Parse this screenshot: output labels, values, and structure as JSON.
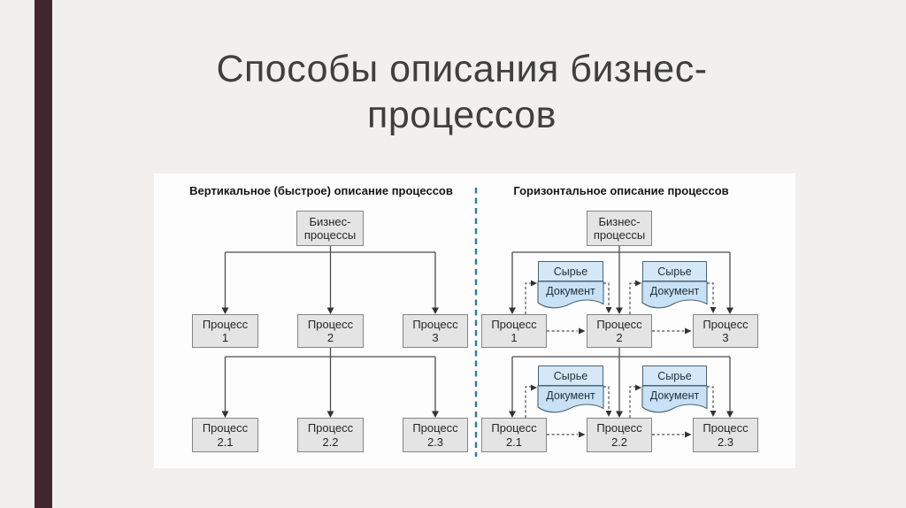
{
  "slide": {
    "title": "Способы описания бизнес-\nпроцессов",
    "colors": {
      "accent_bar": "#42262f",
      "background": "#f1f0ee",
      "panel": "#fdfdfd",
      "separator": "#2b7aa9",
      "process_box_fill": "#e4e4e4",
      "process_box_border": "#858585",
      "material_fill": "#d5e8f7",
      "document_fill": "#c8e1f4",
      "material_border": "#4a6474",
      "connector": "#4d4d4d"
    }
  },
  "diagram": {
    "left": {
      "header": "Вертикальное (быстрое) описание процессов",
      "root": "Бизнес-\nпроцессы",
      "level1": [
        "Процесс\n1",
        "Процесс\n2",
        "Процесс\n3"
      ],
      "level2": [
        "Процесс\n2.1",
        "Процесс\n2.2",
        "Процесс\n2.3"
      ]
    },
    "right": {
      "header": "Горизонтальное описание процессов",
      "root": "Бизнес-\nпроцессы",
      "level1": [
        "Процесс\n1",
        "Процесс\n2",
        "Процесс\n3"
      ],
      "level2": [
        "Процесс\n2.1",
        "Процесс\n2.2",
        "Процесс\n2.3"
      ],
      "material_label": "Сырье",
      "document_label": "Документ"
    }
  }
}
